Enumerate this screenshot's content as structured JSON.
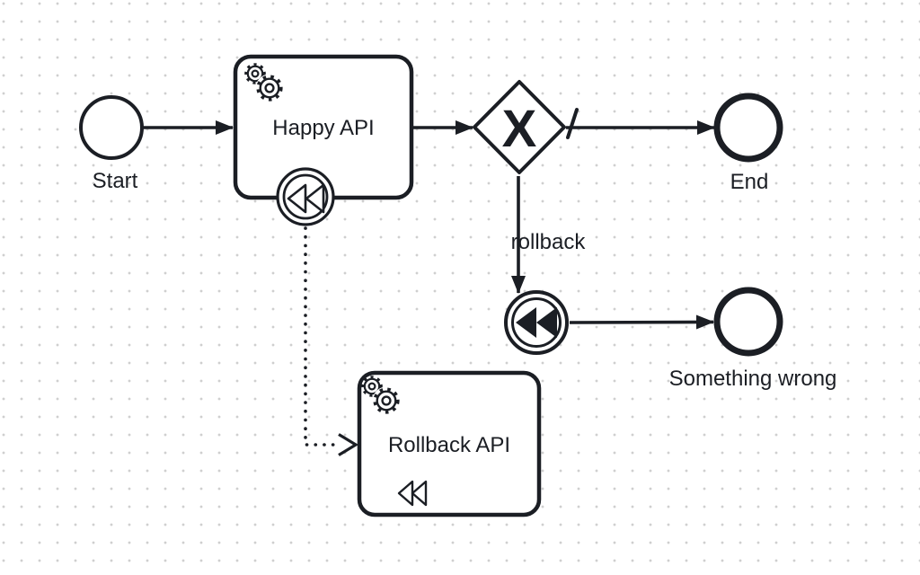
{
  "canvas": {
    "background_color": "#ffffff",
    "grid_dot_color": "#cfcfcf",
    "ink_color": "#1b1e24",
    "shape_fill_color": "#ffffff"
  },
  "process": {
    "nodes": [
      {
        "id": "start",
        "type": "start-event",
        "label": "Start"
      },
      {
        "id": "happy-api",
        "type": "service-task",
        "label": "Happy API",
        "icon": "gears-icon",
        "attached": "compensation-boundary-event",
        "attached_icon": "rewind-icon"
      },
      {
        "id": "gateway",
        "type": "exclusive-gateway",
        "symbol": "X"
      },
      {
        "id": "end",
        "type": "end-event",
        "label": "End"
      },
      {
        "id": "compensation-throw",
        "type": "compensation-intermediate-throw-event",
        "icon": "rewind-icon"
      },
      {
        "id": "something-wrong",
        "type": "end-event",
        "label": "Something wrong"
      },
      {
        "id": "rollback-api",
        "type": "service-task",
        "label": "Rollback API",
        "icon": "gears-icon",
        "marker_icon": "rewind-icon"
      }
    ],
    "flows": [
      {
        "from": "start",
        "to": "happy-api",
        "type": "sequence-flow"
      },
      {
        "from": "happy-api",
        "to": "gateway",
        "type": "sequence-flow"
      },
      {
        "from": "gateway",
        "to": "end",
        "type": "default-sequence-flow",
        "marker": "default-flow-slash"
      },
      {
        "from": "gateway",
        "to": "compensation-throw",
        "type": "sequence-flow",
        "label": "rollback"
      },
      {
        "from": "compensation-throw",
        "to": "something-wrong",
        "type": "sequence-flow"
      },
      {
        "from": "happy-api",
        "to": "rollback-api",
        "type": "compensation-association",
        "style": "dotted"
      }
    ]
  }
}
